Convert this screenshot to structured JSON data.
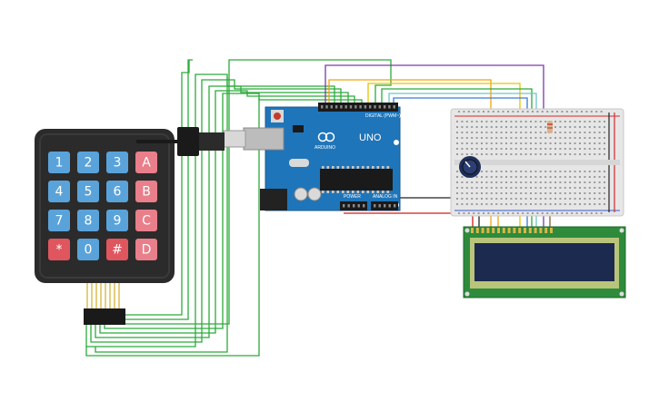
{
  "keypad": {
    "keys": [
      {
        "label": "1",
        "kind": "num"
      },
      {
        "label": "2",
        "kind": "num"
      },
      {
        "label": "3",
        "kind": "num"
      },
      {
        "label": "A",
        "kind": "letter"
      },
      {
        "label": "4",
        "kind": "num"
      },
      {
        "label": "5",
        "kind": "num"
      },
      {
        "label": "6",
        "kind": "num"
      },
      {
        "label": "B",
        "kind": "letter"
      },
      {
        "label": "7",
        "kind": "num"
      },
      {
        "label": "8",
        "kind": "num"
      },
      {
        "label": "9",
        "kind": "num"
      },
      {
        "label": "C",
        "kind": "letter"
      },
      {
        "label": "*",
        "kind": "red"
      },
      {
        "label": "0",
        "kind": "num"
      },
      {
        "label": "#",
        "kind": "red"
      },
      {
        "label": "D",
        "kind": "letter"
      }
    ],
    "colors": {
      "body": "#2b2b2b",
      "num": "#5aa3da",
      "letter": "#e87f8a",
      "red": "#e0565e"
    }
  },
  "arduino": {
    "model": "UNO",
    "brand": "ARDUINO",
    "digital_label": "DIGITAL (PWM~)",
    "analog_label": "ANALOG IN",
    "power_label": "POWER",
    "color": "#1f75b9"
  },
  "wire_colors": {
    "green": "#2bab3a",
    "purple": "#7b3aa6",
    "orange": "#f0a30a",
    "yellow": "#e8c400",
    "blue": "#3a7ad8",
    "red": "#d11b1b",
    "black": "#222222",
    "teal": "#6dc6c8"
  },
  "lcd": {
    "board": "#2e8b3c",
    "screen": "#1d2a4f"
  }
}
